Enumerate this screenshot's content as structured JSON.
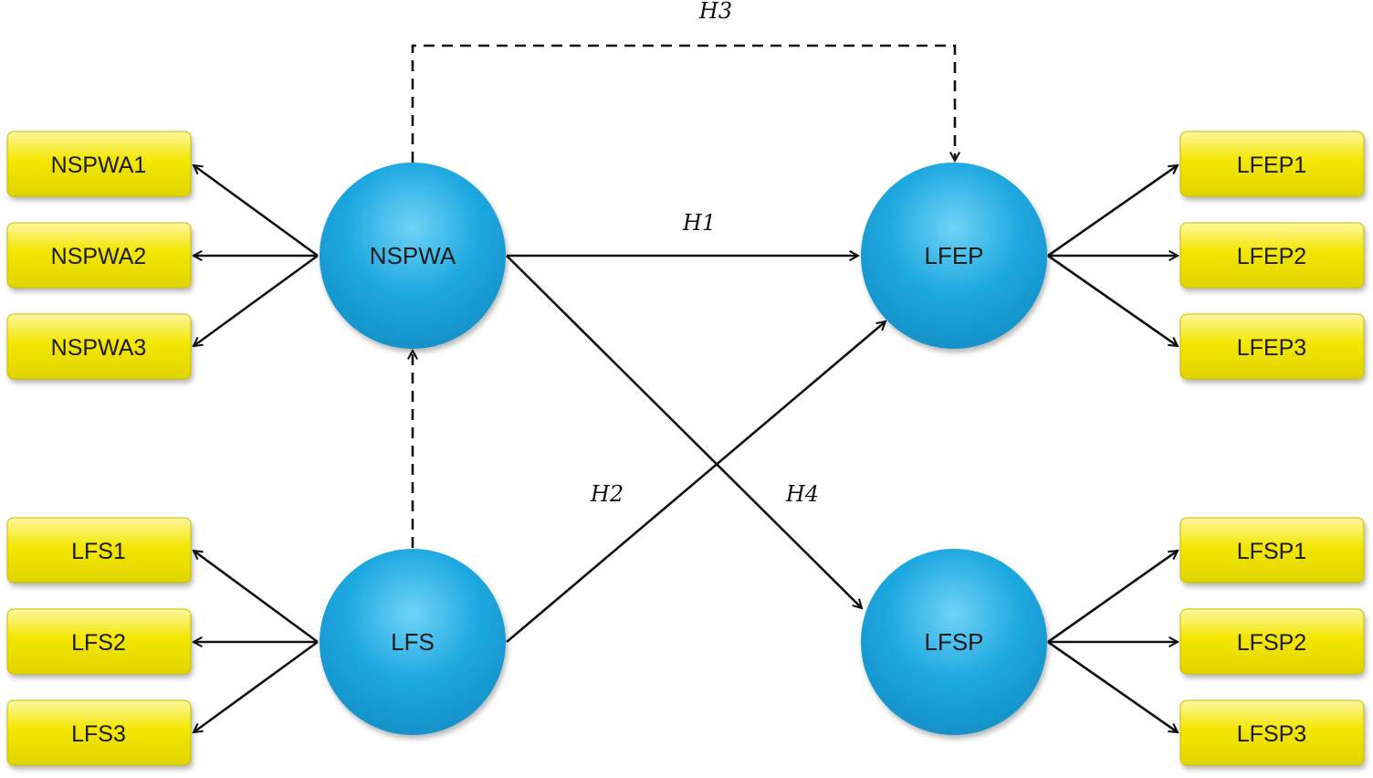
{
  "colors": {
    "construct_fill": "#1ea8e0",
    "construct_highlight": "#6fd3f7",
    "indicator_fill": "#f2e600",
    "indicator_highlight": "#fff7a0",
    "indicator_border": "#c9bd00",
    "arrow": "#111111"
  },
  "constructs": {
    "nspwa": "NSPWA",
    "lfs": "LFS",
    "lfep": "LFEP",
    "lfsp": "LFSP"
  },
  "indicators": {
    "nspwa": [
      "NSPWA1",
      "NSPWA2",
      "NSPWA3"
    ],
    "lfs": [
      "LFS1",
      "LFS2",
      "LFS3"
    ],
    "lfep": [
      "LFEP1",
      "LFEP2",
      "LFEP3"
    ],
    "lfsp": [
      "LFSP1",
      "LFSP2",
      "LFSP3"
    ]
  },
  "hypotheses": {
    "h1": "H1",
    "h2": "H2",
    "h3": "H3",
    "h4": "H4"
  }
}
